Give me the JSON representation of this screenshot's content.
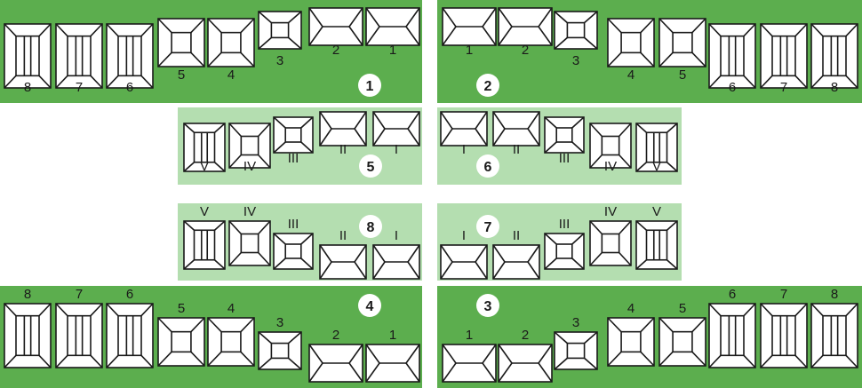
{
  "colors": {
    "dark_panel": "#5cae4e",
    "light_panel": "#b4deb0",
    "tile_fill": "#ffffff",
    "tile_stroke": "#1a1a1a",
    "badge": "#ffffff"
  },
  "panels": [
    {
      "badge": "1",
      "style": "dark",
      "labels": [
        "8",
        "7",
        "6",
        "5",
        "4",
        "3",
        "2",
        "1"
      ],
      "shapes": [
        "door",
        "door",
        "door",
        "square",
        "square",
        "small",
        "wide",
        "wide"
      ],
      "label_pos": "below",
      "align": "top"
    },
    {
      "badge": "2",
      "style": "dark",
      "labels": [
        "1",
        "2",
        "3",
        "4",
        "5",
        "6",
        "7",
        "8"
      ],
      "shapes": [
        "wide",
        "wide",
        "small",
        "square",
        "square",
        "door",
        "door",
        "door"
      ],
      "label_pos": "below",
      "align": "top"
    },
    {
      "badge": "5",
      "style": "light",
      "labels": [
        "V",
        "IV",
        "III",
        "II",
        "I"
      ],
      "shapes": [
        "door",
        "square",
        "small",
        "wide",
        "wide"
      ],
      "label_pos": "below",
      "align": "top"
    },
    {
      "badge": "6",
      "style": "light",
      "labels": [
        "I",
        "II",
        "III",
        "IV",
        "V"
      ],
      "shapes": [
        "wide",
        "wide",
        "small",
        "square",
        "door"
      ],
      "label_pos": "below",
      "align": "top"
    },
    {
      "badge": "8",
      "style": "light",
      "labels": [
        "V",
        "IV",
        "III",
        "II",
        "I"
      ],
      "shapes": [
        "door",
        "square",
        "small",
        "wide",
        "wide"
      ],
      "label_pos": "above",
      "align": "bottom"
    },
    {
      "badge": "7",
      "style": "light",
      "labels": [
        "I",
        "II",
        "III",
        "IV",
        "V"
      ],
      "shapes": [
        "wide",
        "wide",
        "small",
        "square",
        "door"
      ],
      "label_pos": "above",
      "align": "bottom"
    },
    {
      "badge": "4",
      "style": "dark",
      "labels": [
        "8",
        "7",
        "6",
        "5",
        "4",
        "3",
        "2",
        "1"
      ],
      "shapes": [
        "door",
        "door",
        "door",
        "square",
        "square",
        "small",
        "wide",
        "wide"
      ],
      "label_pos": "above",
      "align": "bottom"
    },
    {
      "badge": "3",
      "style": "dark",
      "labels": [
        "1",
        "2",
        "3",
        "4",
        "5",
        "6",
        "7",
        "8"
      ],
      "shapes": [
        "wide",
        "wide",
        "small",
        "square",
        "square",
        "door",
        "door",
        "door"
      ],
      "label_pos": "above",
      "align": "bottom"
    }
  ]
}
